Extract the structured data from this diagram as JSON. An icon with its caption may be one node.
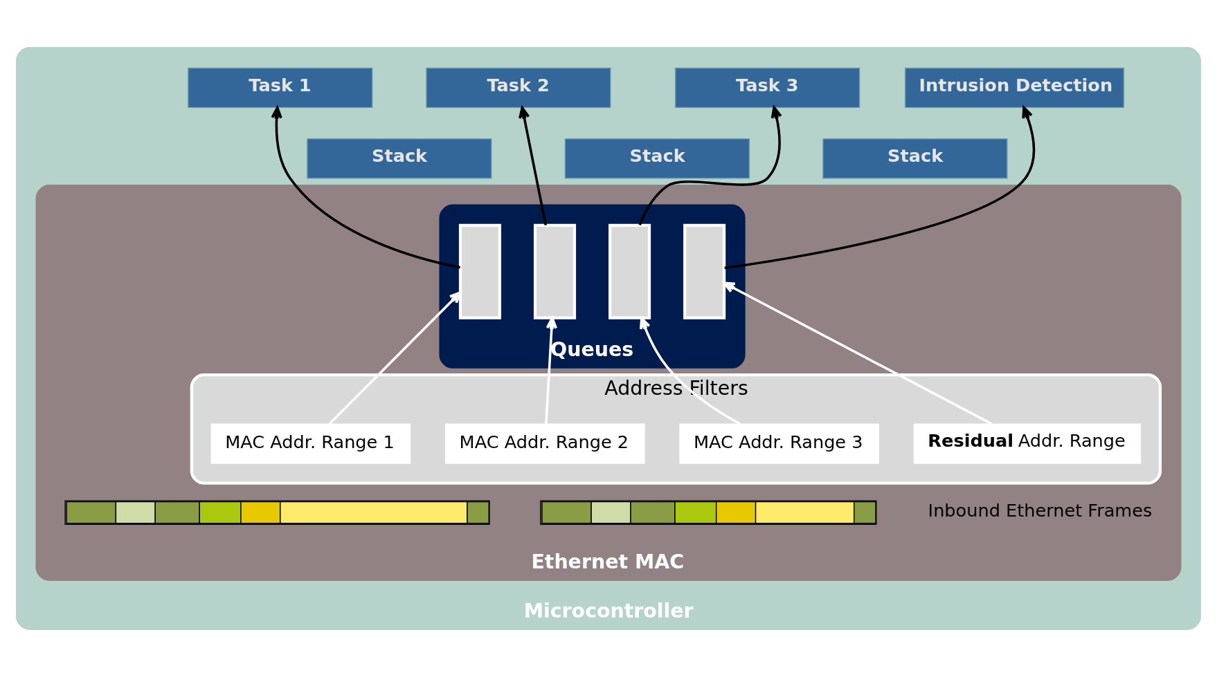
{
  "diagram": {
    "nodes": [
      {
        "text": [
          "Microcontroller"
        ]
      },
      {
        "text": [
          "Task 1"
        ],
        "in": 0
      },
      {
        "text": [
          "Task 2"
        ],
        "in": 0
      },
      {
        "text": [
          "Task 3"
        ],
        "in": 0
      },
      {
        "text": [
          "Intrusion Detection"
        ],
        "in": 0
      },
      {
        "text": [
          "Stack"
        ],
        "in": 0
      },
      {
        "text": [
          "Stack"
        ],
        "in": 0
      },
      {
        "text": [
          "Stack"
        ],
        "in": 0
      },
      {
        "text": [
          "Ethernet MAC"
        ],
        "in": 0
      },
      {
        "text": [
          "Queues"
        ],
        "in": 8
      },
      {
        "text": [],
        "shape": "box",
        "in": 9
      },
      {
        "text": [],
        "shape": "box",
        "in": 9
      },
      {
        "text": [],
        "shape": "box",
        "in": 9
      },
      {
        "text": [],
        "shape": "box",
        "in": 9
      },
      {
        "text": [
          "Address Filters"
        ],
        "in": 8
      },
      {
        "text": [
          "MAC Addr. Range 1"
        ],
        "in": 14
      },
      {
        "text": [
          "MAC Addr. Range 2"
        ],
        "in": 14
      },
      {
        "text": [
          "MAC Addr. Range 3"
        ],
        "in": 14
      },
      {
        "text": [
          "**Residual** Addr. Range"
        ],
        "in": 14
      },
      {
        "text": [],
        "shape": "bar",
        "in": 8
      },
      {
        "text": [],
        "shape": "bar",
        "in": 8
      }
    ],
    "edges": [
      {
        "from": 10,
        "to": 1,
        "arrow": "to"
      },
      {
        "from": 11,
        "to": 2,
        "arrow": "to"
      },
      {
        "from": 12,
        "to": 3,
        "arrow": "to"
      },
      {
        "from": 13,
        "to": 4,
        "arrow": "to"
      },
      {
        "from": 15,
        "to": 10,
        "arrow": "to",
        "color": "#ffffff"
      },
      {
        "from": 16,
        "to": 11,
        "arrow": "to",
        "color": "#ffffff"
      },
      {
        "from": 17,
        "to": 12,
        "arrow": "to",
        "color": "#ffffff"
      },
      {
        "from": 18,
        "to": 13,
        "arrow": "to",
        "color": "#ffffff"
      }
    ],
    "labels": [
      "Inbound Ethernet Frames"
    ]
  }
}
